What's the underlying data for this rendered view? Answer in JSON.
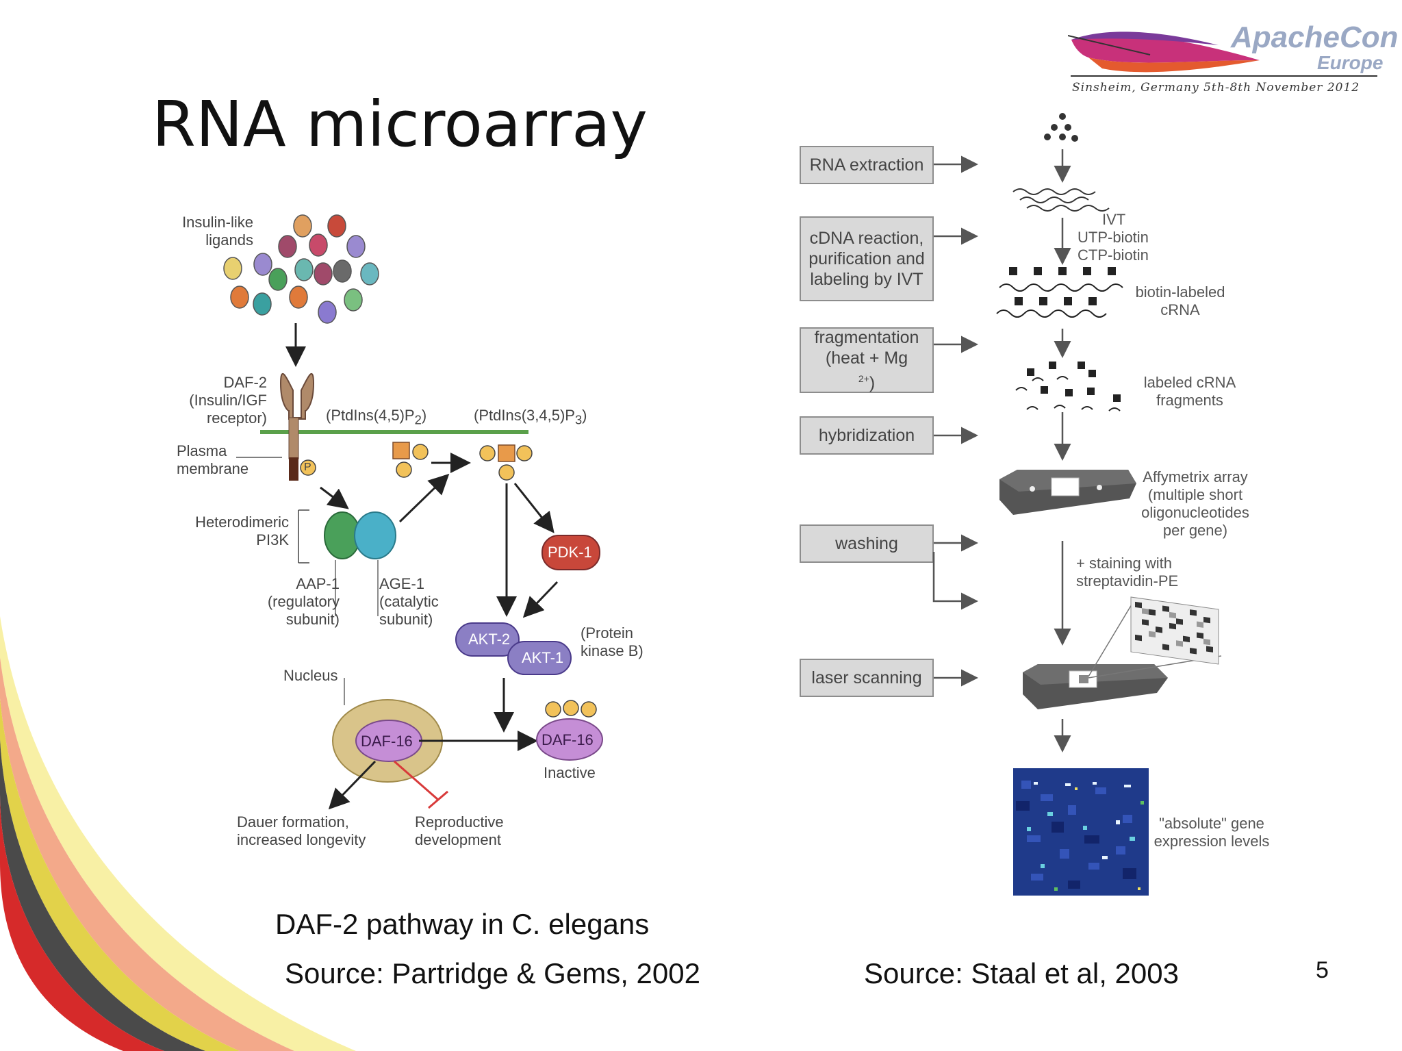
{
  "slide": {
    "title": "RNA microarray",
    "page_number": "5",
    "logo": {
      "name": "ApacheCon",
      "sub": "Europe",
      "tagline": "Sinsheim, Germany 5th-8th November 2012"
    },
    "left_caption": "DAF-2 pathway in C. elegans",
    "left_source": "Source: Partridge & Gems, 2002",
    "right_source": "Source: Staal et al, 2003"
  },
  "pathway": {
    "ligands_label": "Insulin-like ligands",
    "ligands_line1": "Insulin-like",
    "ligands_line2": "ligands",
    "receptor_line1": "DAF-2",
    "receptor_line2": "(Insulin/IGF",
    "receptor_line3": "receptor)",
    "membrane_line1": "Plasma",
    "membrane_line2": "membrane",
    "pip2": "(PtdIns(4,5)P",
    "pip2_sub": "2",
    "pip3": "(PtdIns(3,4,5)P",
    "pip3_sub": "3",
    "pi3k_line1": "Heterodimeric",
    "pi3k_line2": "PI3K",
    "aap1_line1": "AAP-1",
    "aap1_line2": "(regulatory",
    "aap1_line3": "subunit)",
    "age1_line1": "AGE-1",
    "age1_line2": "(catalytic",
    "age1_line3": "subunit)",
    "pdk1": "PDK-1",
    "akt2": "AKT-2",
    "akt1": "AKT-1",
    "pkb_line1": "(Protein",
    "pkb_line2": "kinase B)",
    "nucleus": "Nucleus",
    "daf16": "DAF-16",
    "daf16_inactive": "DAF-16",
    "inactive": "Inactive",
    "dauer_line1": "Dauer formation,",
    "dauer_line2": "increased longevity",
    "repro_line1": "Reproductive",
    "repro_line2": "development",
    "phospho": "P"
  },
  "workflow": {
    "steps": [
      "RNA extraction",
      "cDNA reaction, purification and labeling by IVT",
      "fragmentation (heat + Mg",
      "hybridization",
      "washing",
      "laser scanning"
    ],
    "frag_sup": "2+",
    "frag_close": ")",
    "ivt": "IVT",
    "utp": "UTP-biotin",
    "ctp": "CTP-biotin",
    "biotin_line1": "biotin-labeled",
    "biotin_line2": "cRNA",
    "labeled_line1": "labeled cRNA",
    "labeled_line2": "fragments",
    "affy_line1": "Affymetrix array",
    "affy_line2": "(multiple short",
    "affy_line3": "oligonucleotides",
    "affy_line4": "per gene)",
    "stain_line1": "+ staining with",
    "stain_line2": "streptavidin-PE",
    "expr_line1": "\"absolute\" gene",
    "expr_line2": "expression levels"
  },
  "colors": {
    "membrane": "#5aa04a",
    "pdk1": "#c8473a",
    "akt": "#8b7fc4",
    "daf16": "#c58ed6",
    "nucleus": "#d9c48a",
    "phospho": "#f2c25a",
    "step_box": "#d9d9d9",
    "heatmap_bg": "#1f3a8a"
  }
}
